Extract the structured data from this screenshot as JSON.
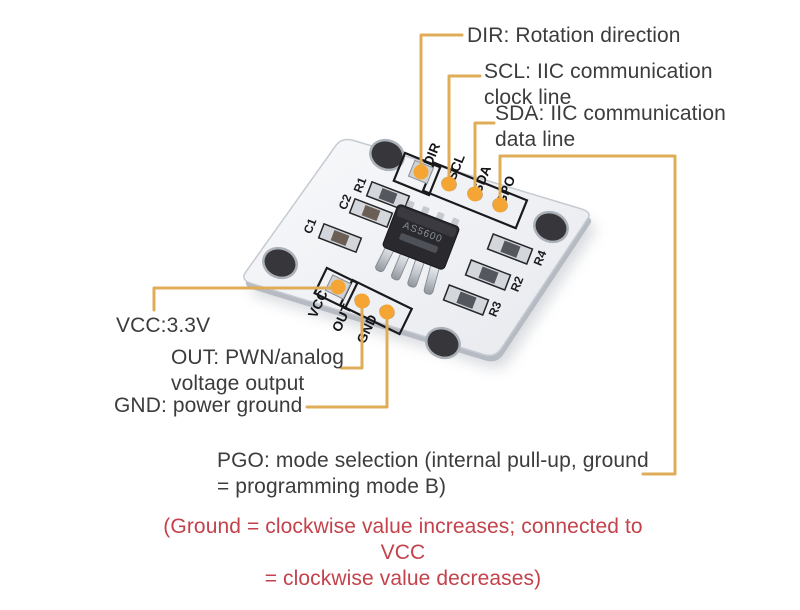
{
  "callouts": {
    "dir": "DIR: Rotation direction",
    "scl": "SCL: IIC communication\nclock line",
    "sda": "SDA: IIC communication\ndata line",
    "vcc": "VCC:3.3V",
    "out": "OUT: PWN/analog\nvoltage output",
    "gnd": "GND: power ground",
    "pgo": "PGO: mode selection (internal pull-up, ground\n= programming mode B)",
    "note": "(Ground = clockwise value increases; connected to VCC\n= clockwise value decreases)"
  },
  "board": {
    "pin_labels_top": [
      "DIR",
      "SCL",
      "SDA",
      "GPO"
    ],
    "pin_labels_bottom": [
      "VCC",
      "OUT",
      "GND"
    ],
    "component_labels": {
      "r1": "R1",
      "c2": "C2",
      "c1": "C1",
      "r4": "R4",
      "r2": "R2",
      "r3": "R3"
    },
    "chip_marking": "AS5600"
  },
  "colors": {
    "callout_line": "#DFAC58",
    "pin_dot": "#F4A534",
    "text": "#3C3C3C",
    "warning_text": "#C4424B",
    "board_fill": "#F3F4F7",
    "silkscreen": "#1A1A1C"
  }
}
